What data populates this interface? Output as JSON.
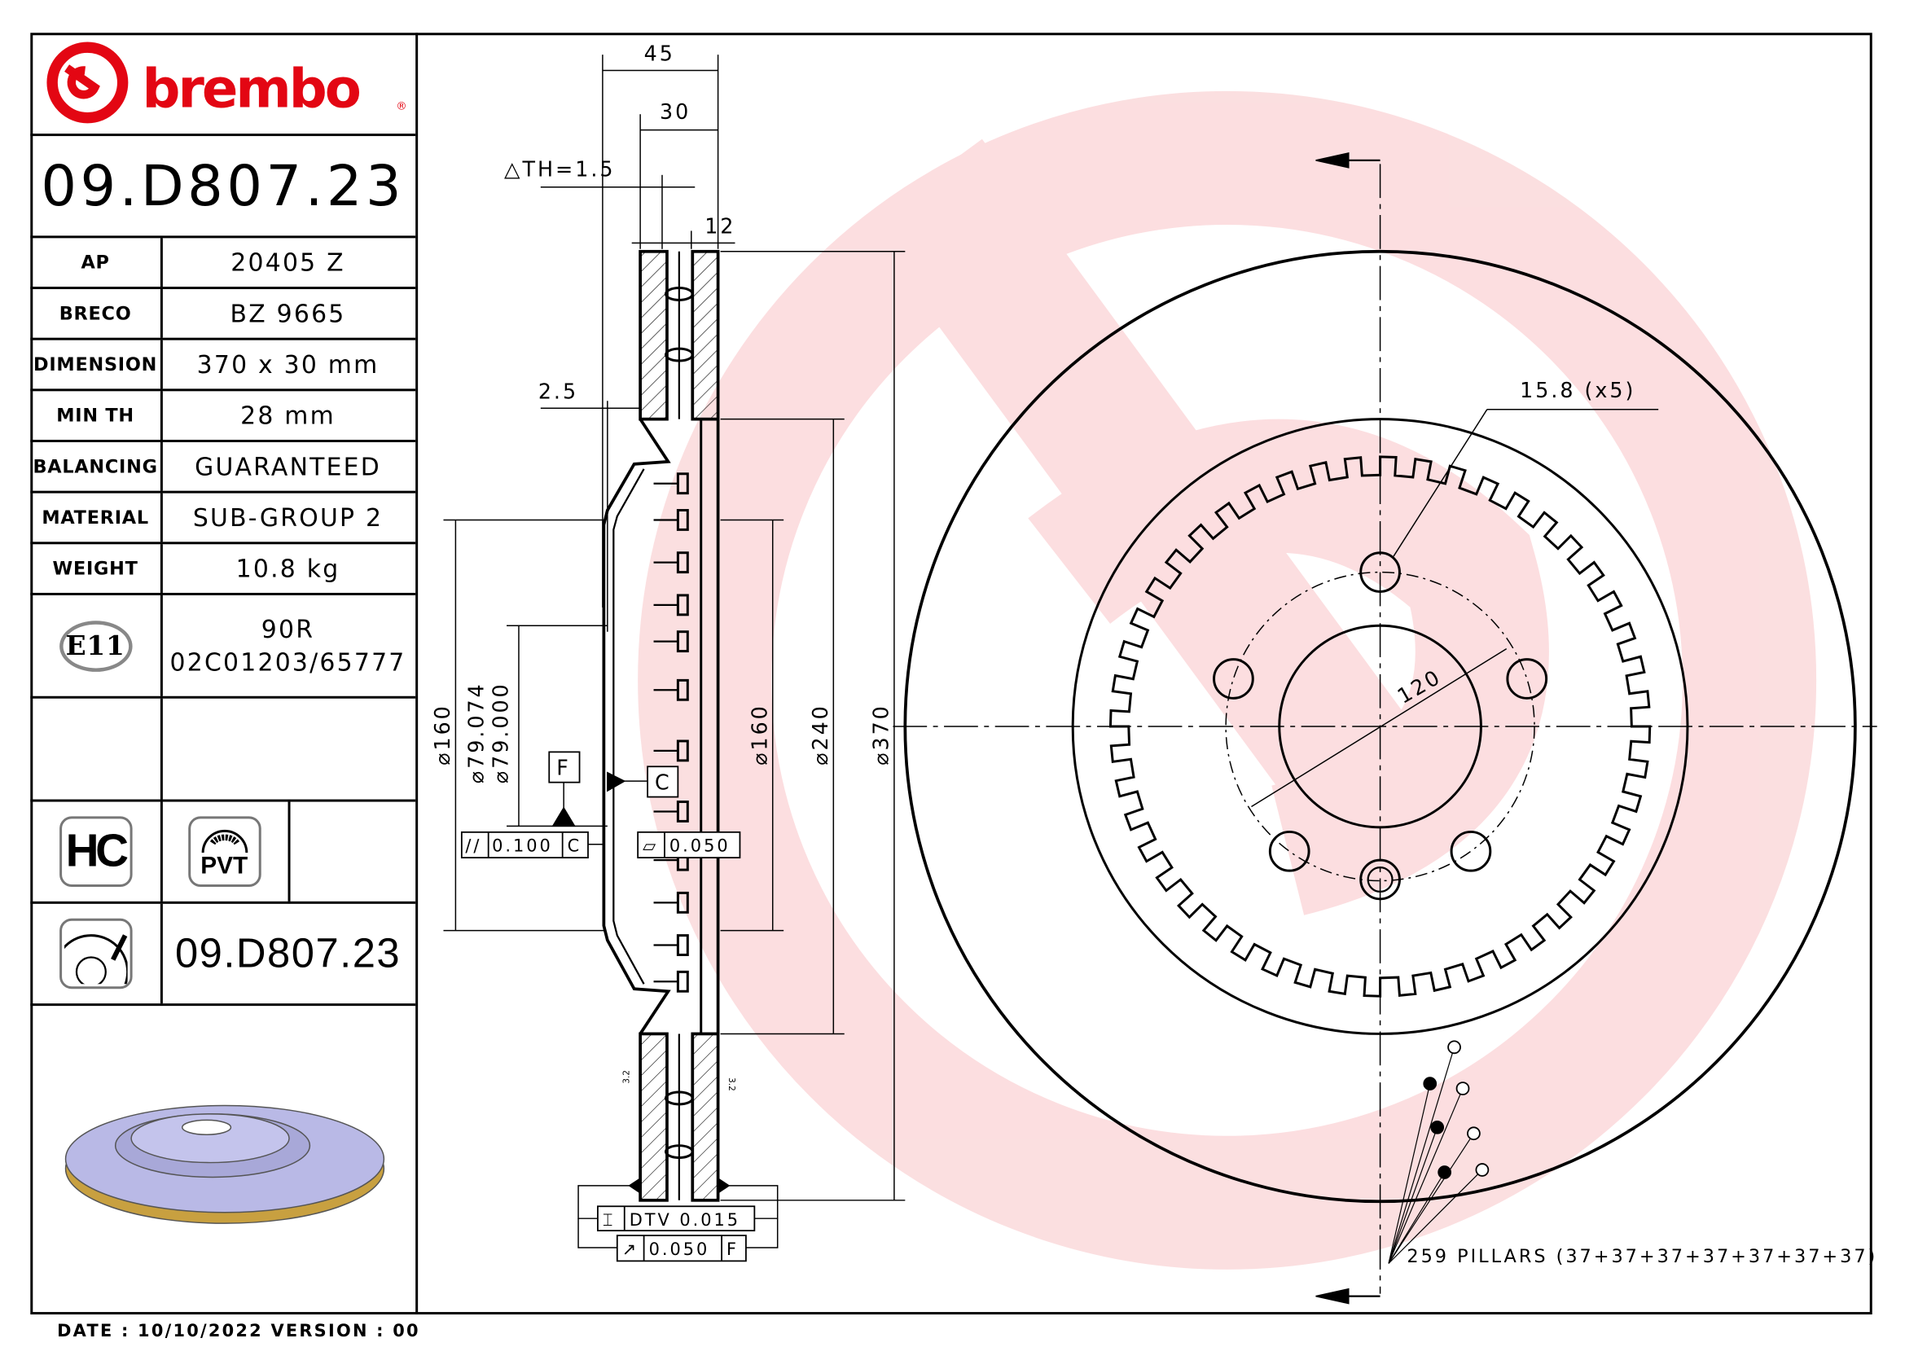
{
  "brand": {
    "name": "brembo",
    "registered": "®",
    "color": "#e30613"
  },
  "part_number": "09.D807.23",
  "specs": [
    {
      "label": "AP",
      "value": "20405 Z"
    },
    {
      "label": "BRECO",
      "value": "BZ 9665"
    },
    {
      "label": "DIMENSION",
      "value": "370 x 30 mm"
    },
    {
      "label": "MIN TH",
      "value": "28 mm"
    },
    {
      "label": "BALANCING",
      "value": "GUARANTEED"
    },
    {
      "label": "MATERIAL",
      "value": "SUB-GROUP 2"
    },
    {
      "label": "WEIGHT",
      "value": "10.8 kg"
    }
  ],
  "homologation": {
    "mark": "E11",
    "line1": "90R",
    "line2": "02C01203/65777"
  },
  "badges": {
    "hc": "HC",
    "pvt": "PVT"
  },
  "part_number_bottom": "09.D807.23",
  "footer": "DATE : 10/10/2022 VERSION : 00",
  "section": {
    "dim_45": "45",
    "dim_30": "30",
    "delta_th": "△TH=1.5",
    "dim_12": "12",
    "dim_2_5": "2.5",
    "dia_160_left": "⌀160",
    "dia_79_074": "⌀79.074",
    "dia_79_000": "⌀79.000",
    "dia_160_right": "⌀160",
    "dia_240": "⌀240",
    "dia_370": "⌀370",
    "datum_f": "F",
    "datum_c": "C",
    "parallelism": {
      "symbol": "//",
      "value": "0.100",
      "datum": "C"
    },
    "flatness": {
      "symbol": "▱",
      "value": "0.050"
    },
    "dtv": {
      "symbol": "⌶",
      "value": "DTV 0.015"
    },
    "runout": {
      "symbol": "↗",
      "value": "0.050",
      "datum": "F"
    },
    "roughness_left": "3.2",
    "roughness_right": "3.2"
  },
  "front_view": {
    "bolt_hole": "15.8 (x5)",
    "pcd": "120",
    "pillars": "259 PILLARS (37+37+37+37+37+37+37)"
  }
}
